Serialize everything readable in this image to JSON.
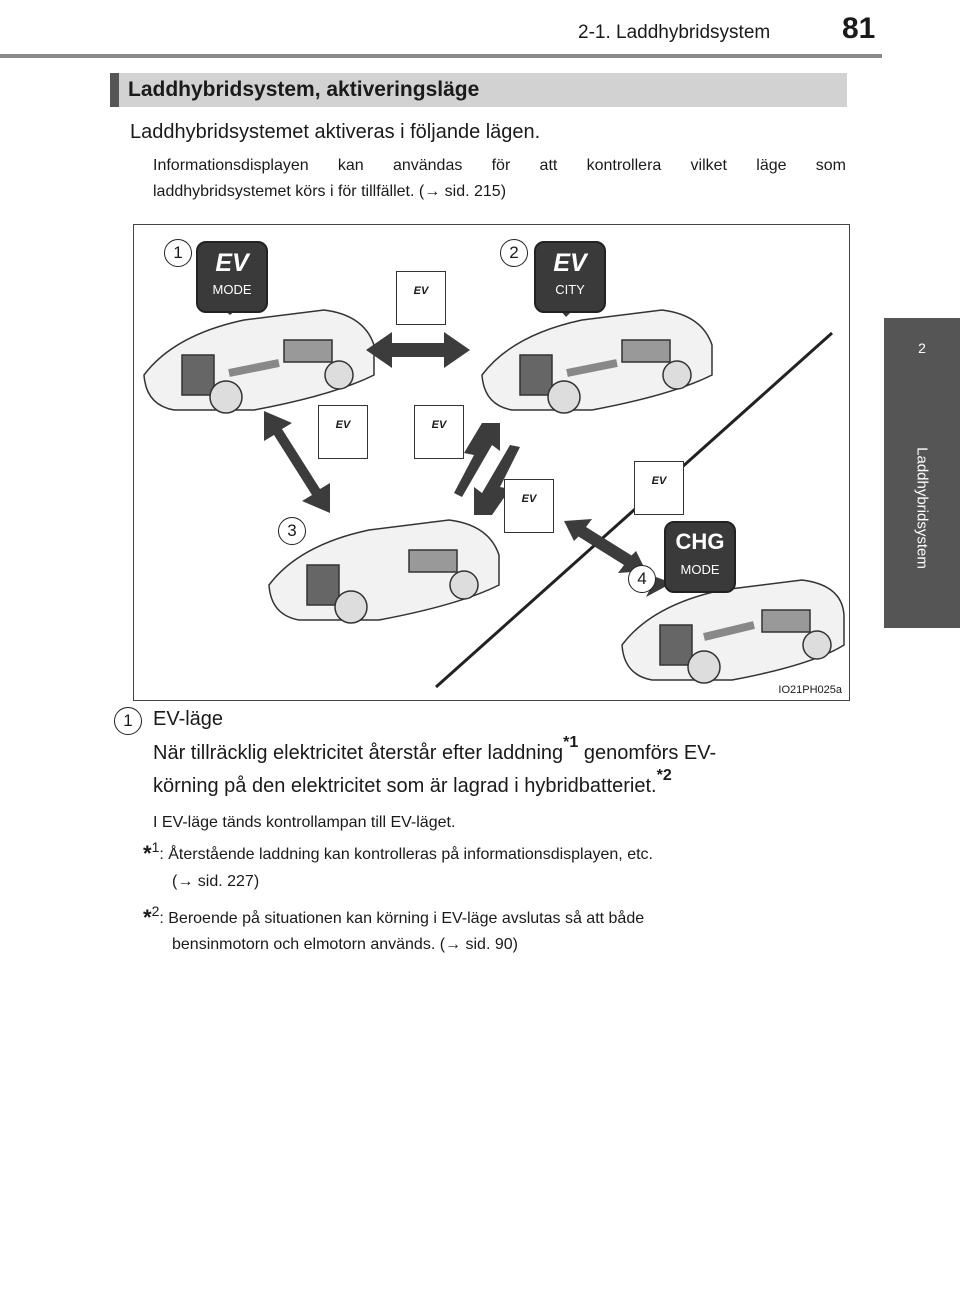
{
  "header": {
    "section": "2-1. Laddhybridsystem",
    "page_number": "81"
  },
  "side_tab": {
    "number": "2",
    "label": "Laddhybridsystem"
  },
  "section_heading": "Laddhybridsystem, aktiveringsläge",
  "intro": "Laddhybridsystemet aktiveras i följande lägen.",
  "info_line1": "Informationsdisplayen kan användas för att kontrollera vilket läge som",
  "info_line2": "laddhybridsystemet körs i för tillfället. (→ sid. 215)",
  "figure": {
    "code": "IO21PH025a",
    "callouts": [
      "1",
      "2",
      "3",
      "4"
    ],
    "icons": [
      {
        "name": "ev-mode",
        "big": "EV",
        "small": "MODE"
      },
      {
        "name": "ev-city",
        "big": "EV",
        "small": "CITY"
      },
      {
        "name": "chg-mode",
        "big": "CHG",
        "small": "MODE"
      }
    ],
    "switch_labels": {
      "ev_city": "EV",
      "hv_ev": "EV"
    }
  },
  "item1": {
    "number": "1",
    "title": "EV-läge",
    "line1": "När tillräcklig elektricitet återstår efter laddning",
    "sup1": "*1",
    "line1b": " genomförs EV-",
    "line2": "körning på den elektricitet som är lagrad i hybridbatteriet.",
    "sup2": "*2",
    "note": "I EV-läge tänds kontrollampan till EV-läget."
  },
  "footnotes": [
    {
      "mark": "*",
      "num": "1",
      "line1": ": Återstående laddning kan kontrolleras på informationsdisplayen, etc.",
      "line2": "(→ sid. 227)"
    },
    {
      "mark": "*",
      "num": "2",
      "line1": ": Beroende på situationen kan körning i EV-läge avslutas så att både",
      "line2": "bensinmotorn och elmotorn används. (→ sid. 90)"
    }
  ]
}
